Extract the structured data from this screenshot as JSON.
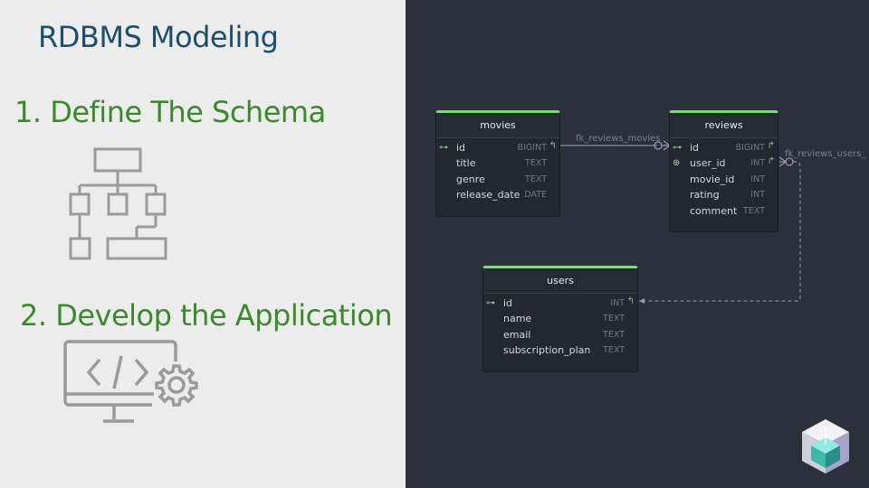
{
  "slide": {
    "title": "RDBMS Modeling",
    "step1": "1. Define The Schema",
    "step2": "2. Develop the Application"
  },
  "tables": {
    "movies": {
      "name": "movies",
      "columns": [
        {
          "name": "id",
          "type": "BIGINT"
        },
        {
          "name": "title",
          "type": "TEXT"
        },
        {
          "name": "genre",
          "type": "TEXT"
        },
        {
          "name": "release_date",
          "type": "DATE"
        }
      ]
    },
    "reviews": {
      "name": "reviews",
      "columns": [
        {
          "name": "id",
          "type": "BIGINT"
        },
        {
          "name": "user_id",
          "type": "INT"
        },
        {
          "name": "movie_id",
          "type": "INT"
        },
        {
          "name": "rating",
          "type": "INT"
        },
        {
          "name": "comment",
          "type": "TEXT"
        }
      ]
    },
    "users": {
      "name": "users",
      "columns": [
        {
          "name": "id",
          "type": "INT"
        },
        {
          "name": "name",
          "type": "TEXT"
        },
        {
          "name": "email",
          "type": "TEXT"
        },
        {
          "name": "subscription_plan",
          "type": "TEXT"
        }
      ]
    }
  },
  "relations": {
    "movies": "fk_reviews_movies",
    "users": "fk_reviews_users_"
  },
  "icons": {
    "schema": "flowchart-icon",
    "app": "monitor-code-gear-icon",
    "logo": "cube-logo-icon",
    "primary_key": "key-icon",
    "index": "index-icon"
  },
  "colors": {
    "title": "#1d4e6b",
    "steps": "#3a8a2c",
    "table_accent": "#7ddc7a",
    "canvas": "#2b303a"
  }
}
